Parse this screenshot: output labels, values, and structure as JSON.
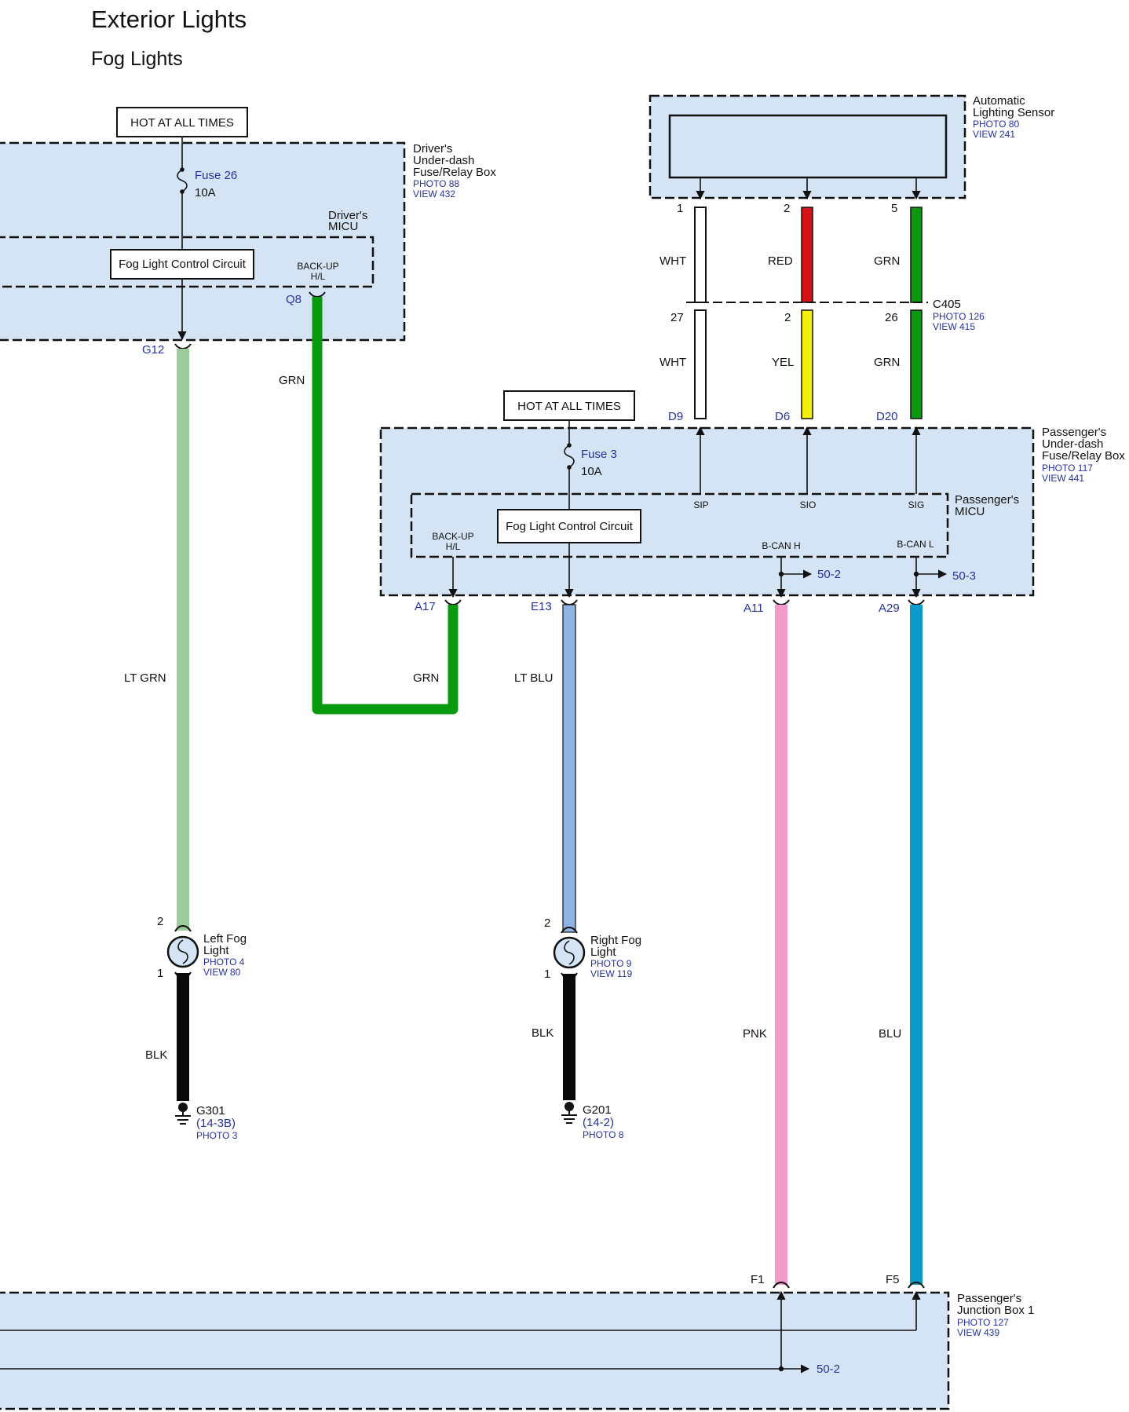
{
  "header": {
    "title": "Exterior Lights",
    "subtitle": "Fog Lights"
  },
  "hot": {
    "left": "HOT AT ALL TIMES",
    "right": "HOT AT ALL TIMES"
  },
  "drivers_box": {
    "name1": "Driver's",
    "name2": "Under-dash",
    "name3": "Fuse/Relay Box",
    "photo": "PHOTO 88",
    "view": "VIEW 432",
    "fuse": "Fuse 26",
    "amp": "10A",
    "micu1": "Driver's",
    "micu2": "MICU",
    "circuit": "Fog Light Control Circuit",
    "backup1": "BACK-UP",
    "backup2": "H/L",
    "pin_q8": "Q8",
    "pin_g12": "G12"
  },
  "sensor": {
    "name1": "Automatic",
    "name2": "Lighting Sensor",
    "photo": "PHOTO 80",
    "view": "VIEW 241",
    "pin1": "1",
    "pin2": "2",
    "pin5": "5"
  },
  "c405": {
    "name": "C405",
    "photo": "PHOTO 126",
    "view": "VIEW 415",
    "pin27": "27",
    "pin2": "2",
    "pin26": "26"
  },
  "passenger_box": {
    "name1": "Passenger's",
    "name2": "Under-dash",
    "name3": "Fuse/Relay Box",
    "photo": "PHOTO 117",
    "view": "VIEW 441",
    "fuse": "Fuse 3",
    "amp": "10A",
    "micu1": "Passenger's",
    "micu2": "MICU",
    "circuit": "Fog Light Control Circuit",
    "backup1": "BACK-UP",
    "backup2": "H/L",
    "sip": "SIP",
    "sio": "SIO",
    "sig": "SIG",
    "bcanh": "B-CAN H",
    "bcanl": "B-CAN L",
    "ref_h": "50-2",
    "ref_l": "50-3",
    "pin_d9": "D9",
    "pin_d6": "D6",
    "pin_d20": "D20",
    "pin_a17": "A17",
    "pin_e13": "E13",
    "pin_a11": "A11",
    "pin_a29": "A29"
  },
  "wires": {
    "grn_top": "GRN",
    "grn_bottom": "GRN",
    "lt_grn": "LT GRN",
    "lt_blu": "LT BLU",
    "wht1": "WHT",
    "red": "RED",
    "grn_s1": "GRN",
    "wht2": "WHT",
    "yel": "YEL",
    "grn_s2": "GRN",
    "blk_left": "BLK",
    "blk_right": "BLK",
    "pnk": "PNK",
    "blu": "BLU"
  },
  "left_fog": {
    "name1": "Left Fog",
    "name2": "Light",
    "photo": "PHOTO 4",
    "view": "VIEW 80",
    "pin_top": "2",
    "pin_bottom": "1"
  },
  "right_fog": {
    "name1": "Right Fog",
    "name2": "Light",
    "photo": "PHOTO 9",
    "view": "VIEW 119",
    "pin_top": "2",
    "pin_bottom": "1"
  },
  "grounds": {
    "left": {
      "name": "G301",
      "loc": "(14-3B)",
      "photo": "PHOTO 3"
    },
    "right": {
      "name": "G201",
      "loc": "(14-2)",
      "photo": "PHOTO 8"
    }
  },
  "junction": {
    "name1": "Passenger's",
    "name2": "Junction Box 1",
    "photo": "PHOTO 127",
    "view": "VIEW 439",
    "pin_f1": "F1",
    "pin_f5": "F5",
    "ref": "50-2"
  },
  "colors": {
    "box_fill": "#d5e4f4",
    "label_blue": "#27329c",
    "grn": "#0a9a10",
    "lt_grn": "#9ccc9c",
    "lt_blu": "#8fb4e3",
    "red": "#d81318",
    "yel": "#f5f00a",
    "pnk": "#f29ac9",
    "blu": "#0b9acb",
    "blk": "#0a0a0a"
  }
}
